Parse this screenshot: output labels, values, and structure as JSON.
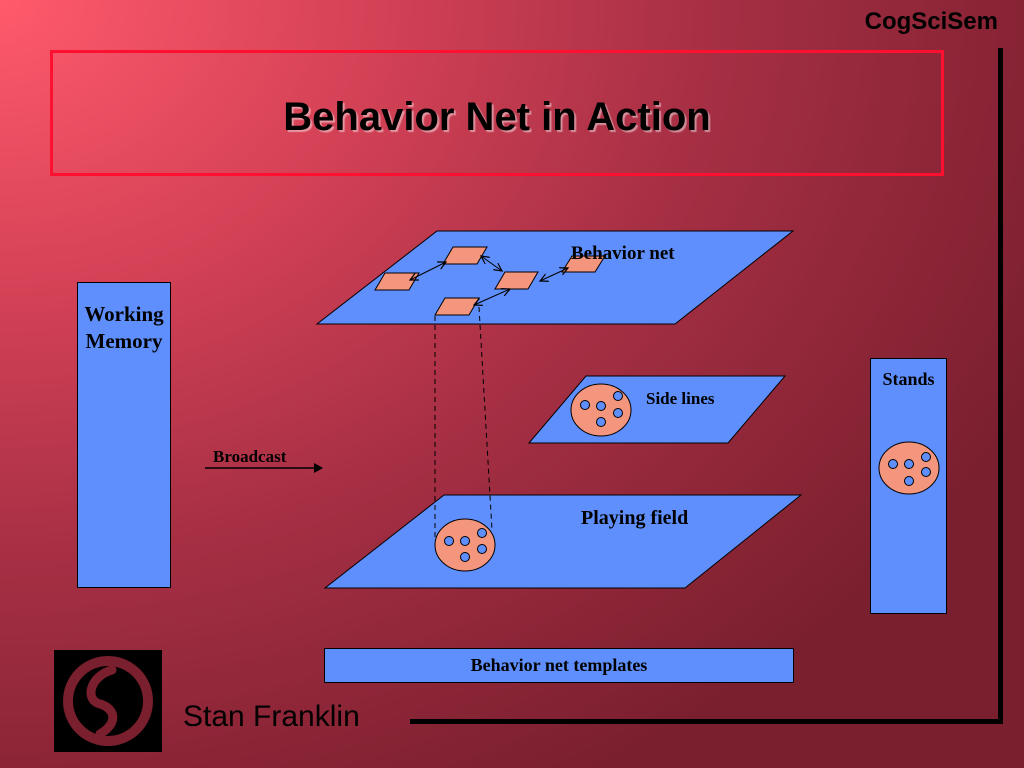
{
  "header": {
    "org": "CogSciSem",
    "title": "Behavior Net in Action"
  },
  "diagram": {
    "working_memory": "Working Memory",
    "broadcast": "Broadcast",
    "behavior_net": "Behavior net",
    "side_lines": "Side lines",
    "playing_field": "Playing field",
    "stands": "Stands",
    "templates": "Behavior net templates"
  },
  "footer": {
    "author": "Stan Franklin"
  },
  "colors": {
    "plane": "#5f8ffc",
    "node": "#f4957e",
    "frame_accent": "#ff1030"
  }
}
